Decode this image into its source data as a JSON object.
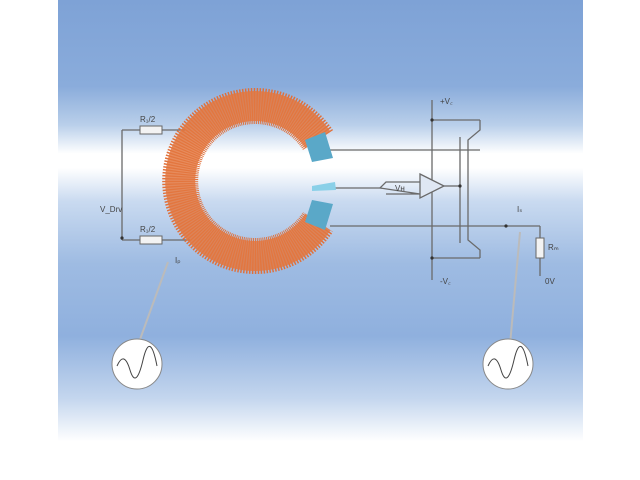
{
  "diagram": {
    "labels": {
      "r_top": "R₁/2",
      "r_bottom": "R₁/2",
      "v_drive": "V_Drv",
      "i_p": "Iₚ",
      "plus_vc": "+V꜀",
      "minus_vc": "-V꜀",
      "v_h": "Vʜ",
      "i_s": "Iₛ",
      "r_m": "Rₘ",
      "zero_v": "0V"
    },
    "colors": {
      "core": "#e0703a",
      "hall": "#5aa8c8",
      "wire": "#666666",
      "background": "#8aacdb"
    }
  }
}
